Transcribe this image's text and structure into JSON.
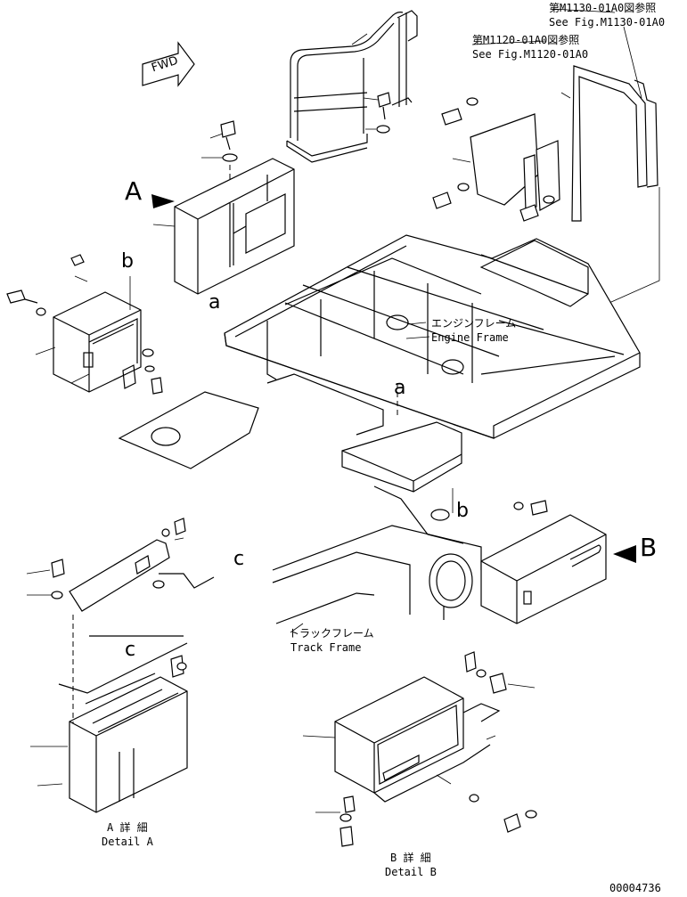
{
  "references": {
    "ref1_jp": "第M1130-01A0図参照",
    "ref1_en": "See Fig.M1130-01A0",
    "ref2_jp": "第M1120-01A0図参照",
    "ref2_en": "See Fig.M1120-01A0"
  },
  "fwd_label": "FWD",
  "engine_frame": {
    "jp": "エンジンフレーム",
    "en": "Engine Frame"
  },
  "track_frame": {
    "jp": "トラックフレーム",
    "en": "Track Frame"
  },
  "detail_a": {
    "jp": "A 詳 細",
    "en": "Detail A"
  },
  "detail_b": {
    "jp": "B 詳 細",
    "en": "Detail B"
  },
  "callouts": {
    "A": "A",
    "B": "B",
    "a_top": "a",
    "a_mid": "a",
    "b_top": "b",
    "b_mid": "b",
    "c_right": "c",
    "c_left": "c"
  },
  "drawing_number": "00004736"
}
